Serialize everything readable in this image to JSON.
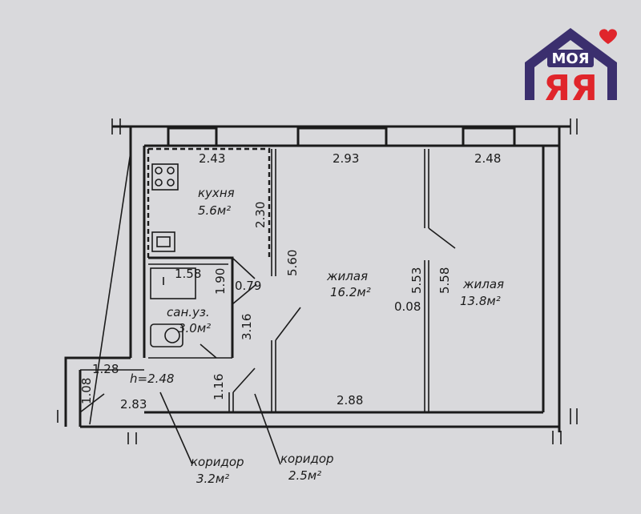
{
  "logo": {
    "word": "МОЯ",
    "letters": "ЯЯ",
    "colors": {
      "roof": "#3b2f6e",
      "accent": "#e0252b",
      "heart": "#e0252b"
    }
  },
  "rooms": {
    "kitchen": {
      "name": "кухня",
      "area": "5.6м²"
    },
    "bathroom": {
      "name": "сан.уз.",
      "area": "3.0м²"
    },
    "living1": {
      "name": "жилая",
      "area": "16.2м²"
    },
    "living2": {
      "name": "жилая",
      "area": "13.8м²"
    },
    "corridor1": {
      "name": "коридор",
      "area": "3.2м²"
    },
    "corridor2": {
      "name": "коридор",
      "area": "2.5м²"
    }
  },
  "ceiling_height": "h=2.48",
  "dimensions": {
    "kitchen_width": "2.43",
    "kitchen_depth": "2.30",
    "living1_top": "2.93",
    "living2_top": "2.48",
    "wall_5_60": "5.60",
    "wall_5_53": "5.53",
    "wall_5_58": "5.58",
    "partition_0_08": "0.08",
    "bath_width": "1.58",
    "bath_depth": "1.90",
    "bath_gap": "0.79",
    "bath_length": "3.16",
    "corridor_1_16": "1.16",
    "corridor_1_28": "1.28",
    "corridor_1_08": "1.08",
    "corridor_2_83": "2.83",
    "living1_bottom": "2.88"
  }
}
